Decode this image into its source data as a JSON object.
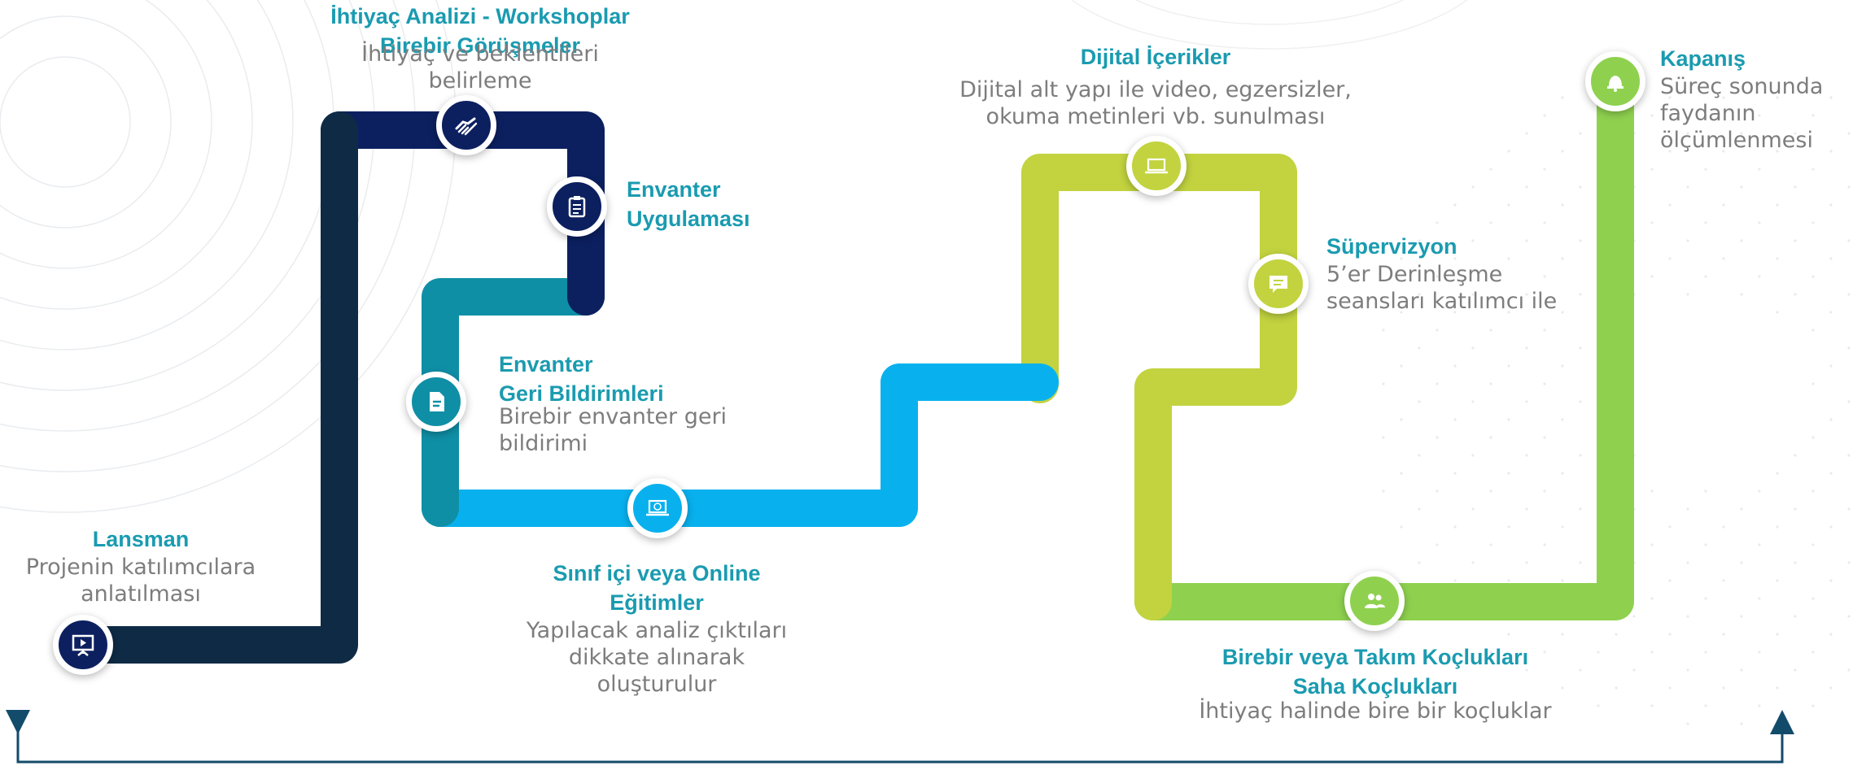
{
  "colors": {
    "navy": "#0f2a45",
    "dark_blue": "#0c2060",
    "teal": "#0f8fa6",
    "sky_blue": "#08b1ee",
    "lime": "#c2d33f",
    "green": "#8fd14f",
    "title_teal": "#1a9bb0",
    "desc_gray": "#7d7d7d",
    "arrow": "#134b6b"
  },
  "steps": [
    {
      "id": "lansman",
      "icon": "presentation-icon",
      "title_lines": [
        "Lansman"
      ],
      "desc_lines": [
        "Projenin katılımcılara",
        "anlatılması"
      ]
    },
    {
      "id": "ihtiyac",
      "icon": "handshake-icon",
      "title_lines": [
        "İhtiyaç Analizi -  Workshoplar",
        "Birebir Görüşmeler"
      ],
      "desc_lines": [
        "İhtiyaç ve beklentileri",
        "belirleme"
      ]
    },
    {
      "id": "envanter-uygulamasi",
      "icon": "clipboard-icon",
      "title_lines": [
        "Envanter",
        "Uygulaması"
      ],
      "desc_lines": []
    },
    {
      "id": "envanter-geri-bildirimleri",
      "icon": "document-icon",
      "title_lines": [
        "Envanter",
        "Geri Bildirimleri"
      ],
      "desc_lines": [
        "Birebir envanter geri",
        "bildirimi"
      ]
    },
    {
      "id": "egitimler",
      "icon": "laptop-globe-icon",
      "title_lines": [
        "Sınıf içi veya Online",
        "Eğitimler"
      ],
      "desc_lines": [
        "Yapılacak analiz çıktıları",
        "dikkate alınarak",
        "oluşturulur"
      ]
    },
    {
      "id": "dijital",
      "icon": "laptop-icon",
      "title_lines": [
        "Dijital İçerikler"
      ],
      "desc_lines": [
        "Dijital alt yapı ile video, egzersizler,",
        "okuma metinleri vb. sunulması"
      ]
    },
    {
      "id": "supervizyon",
      "icon": "chat-icon",
      "title_lines": [
        "Süpervizyon"
      ],
      "desc_lines": [
        "5’er Derinleşme",
        "seansları katılımcı ile"
      ]
    },
    {
      "id": "kocluk",
      "icon": "people-icon",
      "title_lines": [
        "Birebir veya Takım  Koçlukları",
        "Saha Koçlukları"
      ],
      "desc_lines": [
        "İhtiyaç halinde bire bir koçluklar"
      ]
    },
    {
      "id": "kapanis",
      "icon": "bell-icon",
      "title_lines": [
        "Kapanış"
      ],
      "desc_lines": [
        "Süreç sonunda",
        "faydanın",
        "ölçümlenmesi"
      ]
    }
  ]
}
